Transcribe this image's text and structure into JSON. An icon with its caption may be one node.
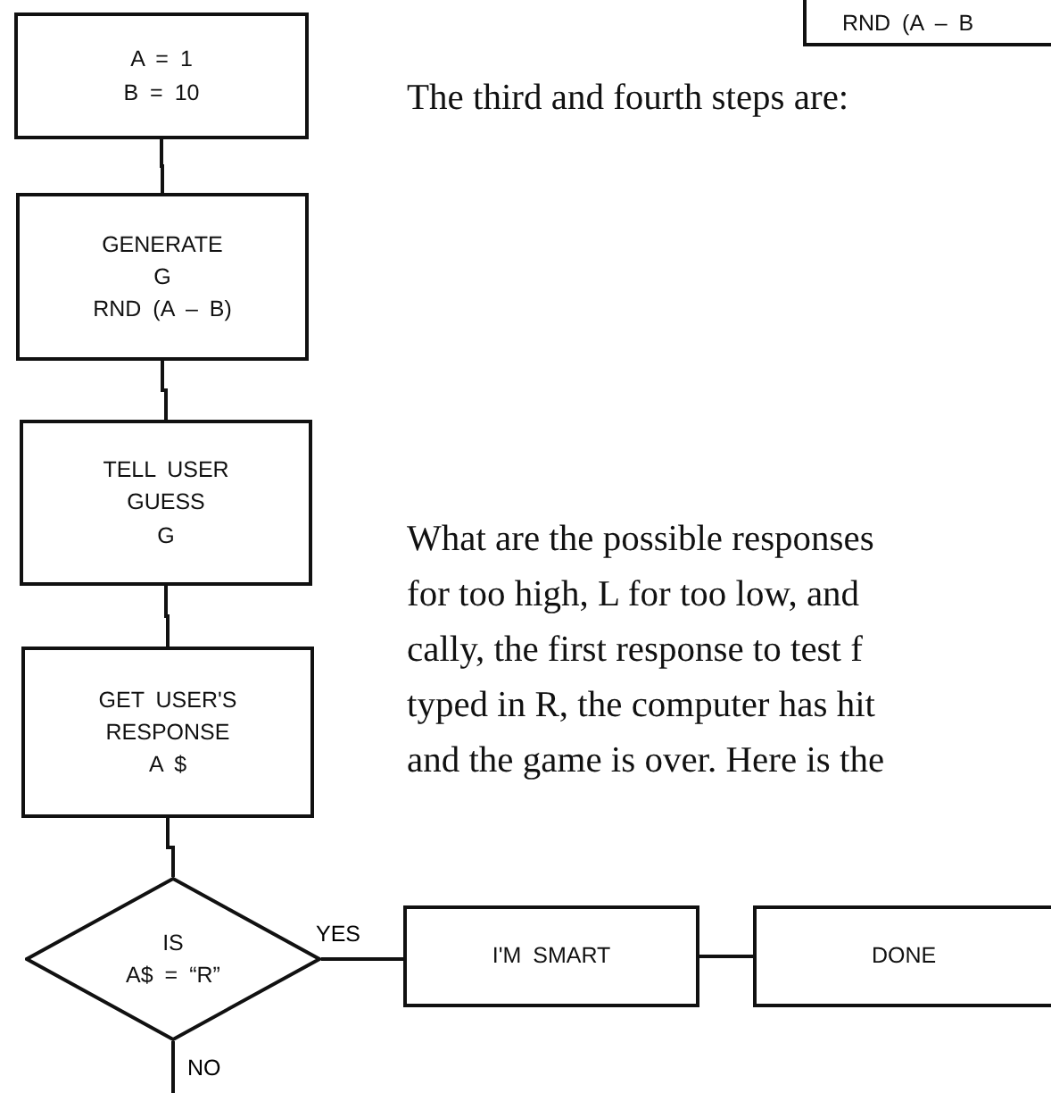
{
  "diagram": {
    "nodes": [
      {
        "text": [
          "RND (A – B"
        ]
      },
      {
        "text": [
          "A = 1 B = 10"
        ]
      },
      {
        "text": [
          "GENERATE G RND (A – B)"
        ]
      },
      {
        "text": [
          "TELL USER GUESS G"
        ]
      },
      {
        "text": [
          "GET USER'S RESPONSE A $"
        ]
      },
      {
        "text": [
          "IS A$ = “R”"
        ]
      },
      {
        "text": [
          "I'M SMART"
        ]
      },
      {
        "text": [
          "DONE"
        ]
      }
    ],
    "edges": [
      {
        "from": 1,
        "to": 2,
        "arrow": "none"
      },
      {
        "from": 2,
        "to": 3,
        "arrow": "none"
      },
      {
        "from": 3,
        "to": 4,
        "arrow": "none"
      },
      {
        "from": 4,
        "to": 5,
        "arrow": "none"
      },
      {
        "from": 5,
        "to": 6,
        "arrow": "none",
        "label": "YES"
      },
      {
        "from": 6,
        "to": 7,
        "arrow": "none"
      },
      {
        "from": 5,
        "to": null,
        "arrow": "none",
        "label": "NO"
      }
    ],
    "labels": [
      "The third and fourth steps are:",
      "What are the possible responses",
      "for too high, L for too low, and",
      "cally, the first response to test f",
      "typed in R, the computer has hit",
      "and the game is over. Here is the"
    ]
  }
}
